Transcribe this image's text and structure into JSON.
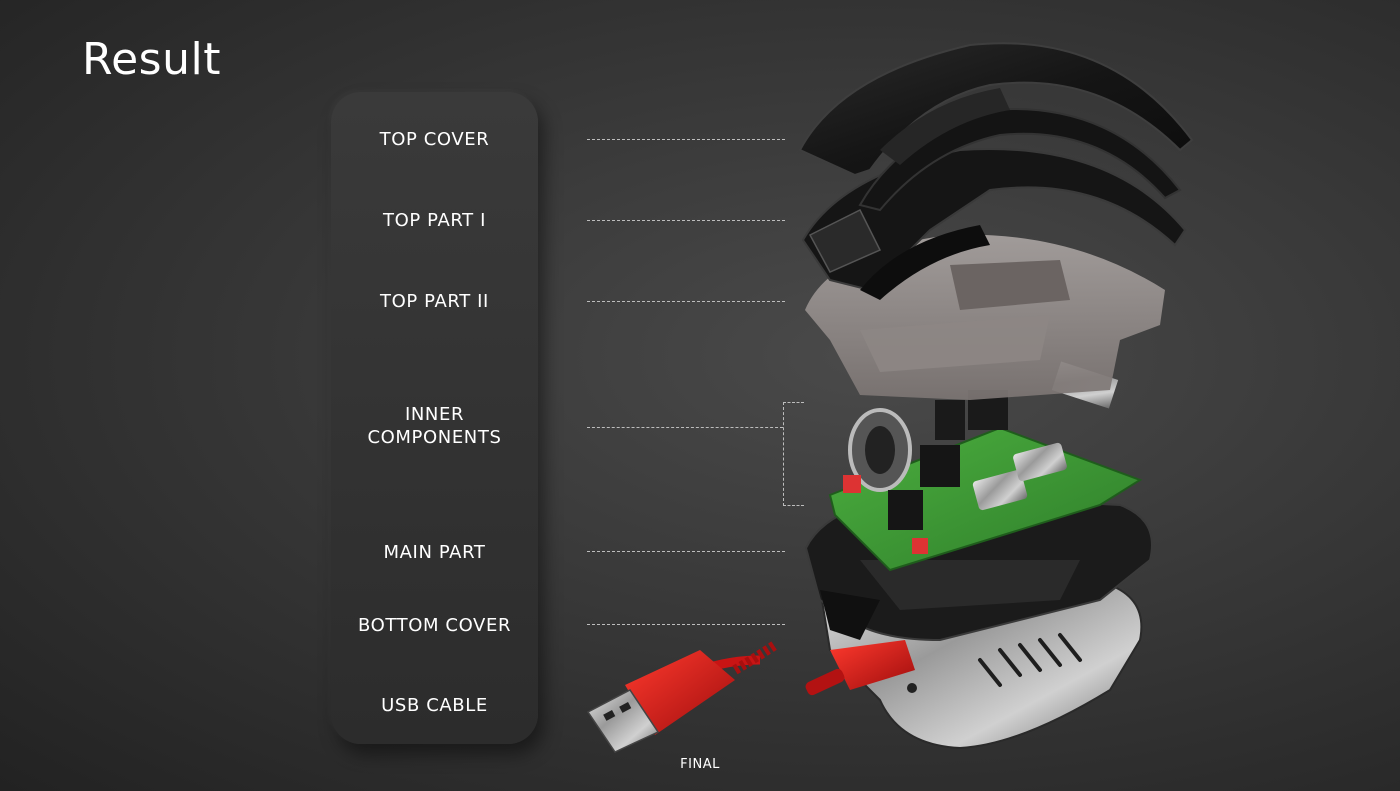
{
  "page": {
    "title": "Result",
    "footer": "FINAL"
  },
  "legend": {
    "items": [
      {
        "id": "top-cover",
        "label": "TOP COVER"
      },
      {
        "id": "top-part-1",
        "label": "TOP PART I"
      },
      {
        "id": "top-part-2",
        "label": "TOP PART II"
      },
      {
        "id": "inner-components",
        "label": "INNER COMPONENTS"
      },
      {
        "id": "main-part",
        "label": "MAIN PART"
      },
      {
        "id": "bottom-cover",
        "label": "BOTTOM COVER"
      },
      {
        "id": "usb-cable",
        "label": "USB CABLE"
      }
    ]
  },
  "colors": {
    "background": "#333333",
    "panel": "#303030",
    "text": "#ffffff",
    "pcb": "#3a9a3a",
    "cable": "#d01818"
  }
}
